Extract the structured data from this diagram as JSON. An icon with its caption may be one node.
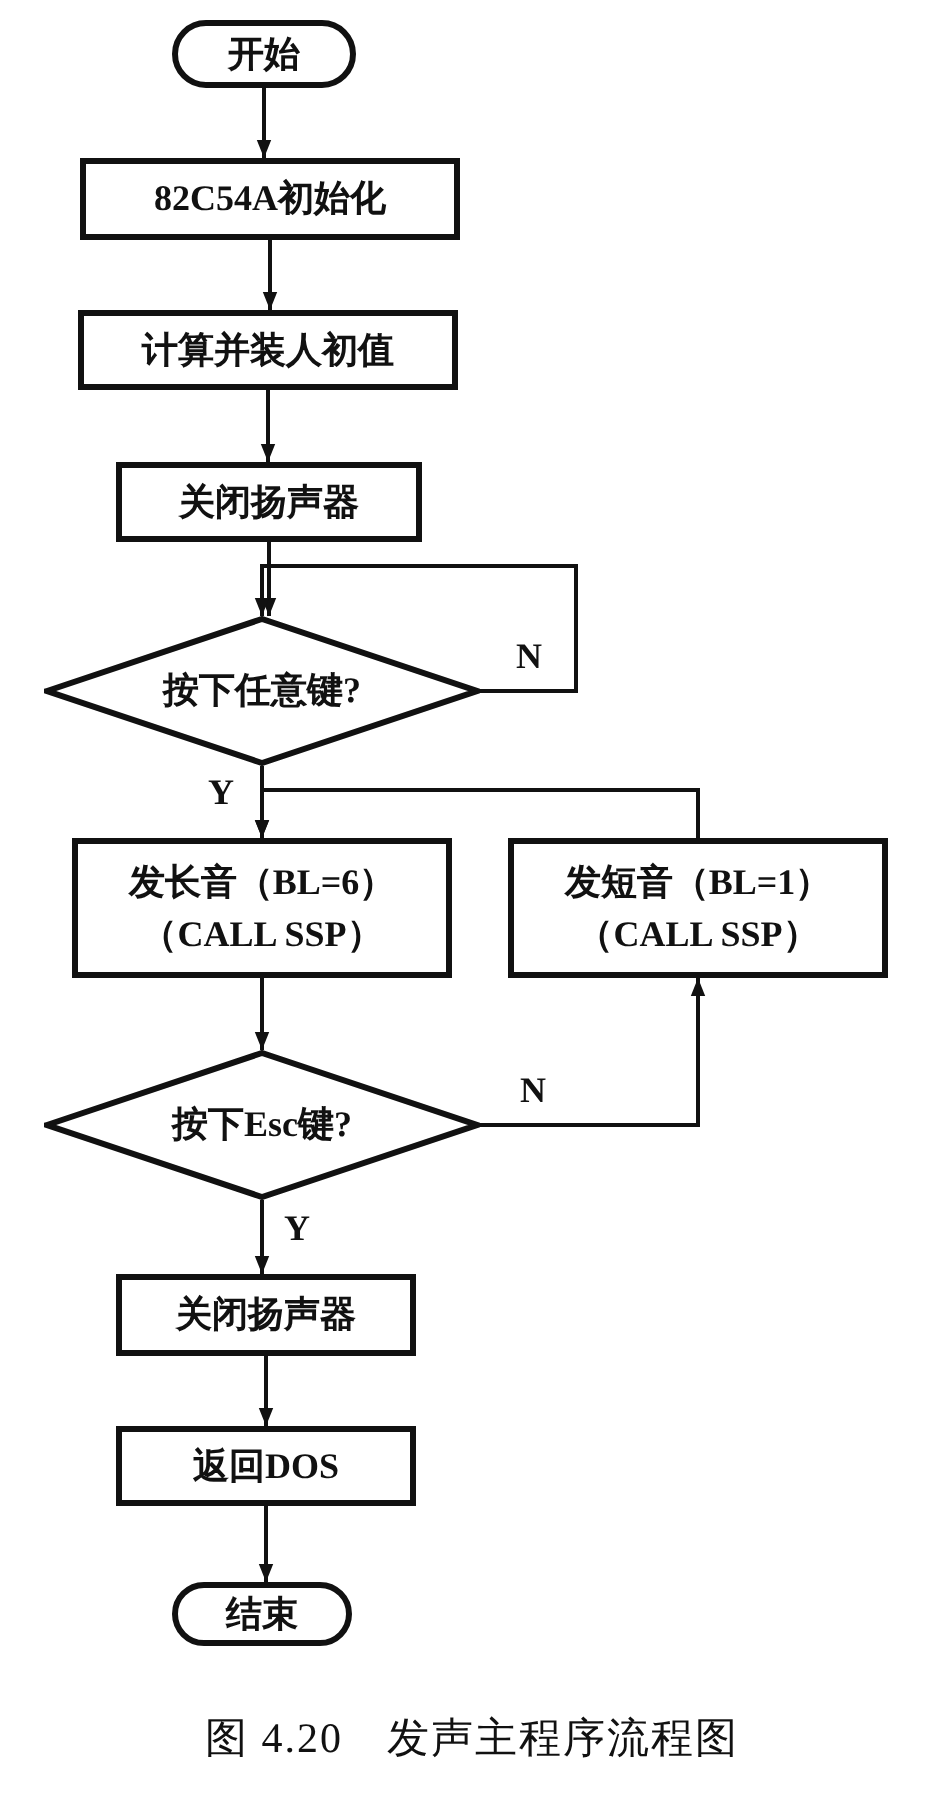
{
  "diagram": {
    "caption": "图 4.20　发声主程序流程图",
    "nodes": [
      {
        "text": [
          "开始"
        ]
      },
      {
        "text": [
          "82C54A初始化"
        ]
      },
      {
        "text": [
          "计算并装人初值"
        ]
      },
      {
        "text": [
          "关闭扬声器"
        ]
      },
      {
        "text": [
          "按下任意键?"
        ]
      },
      {
        "text": [
          "发长音（BL=6）（CALL SSP）"
        ]
      },
      {
        "text": [
          "发短音（BL=1）（CALL SSP）"
        ]
      },
      {
        "text": [
          "按下Esc键?"
        ]
      },
      {
        "text": [
          "关闭扬声器"
        ]
      },
      {
        "text": [
          "返回DOS"
        ]
      },
      {
        "text": [
          "结束"
        ]
      }
    ],
    "edges": [
      {
        "from": 0,
        "to": 1,
        "arrow": "to"
      },
      {
        "from": 1,
        "to": 2,
        "arrow": "to"
      },
      {
        "from": 2,
        "to": 3,
        "arrow": "to"
      },
      {
        "from": 3,
        "to": 4,
        "arrow": "to"
      },
      {
        "from": 4,
        "to": 4,
        "arrow": "to",
        "label": "N"
      },
      {
        "from": 4,
        "to": 5,
        "arrow": "to",
        "label": "Y"
      },
      {
        "from": 6,
        "to": 5,
        "arrow": "to"
      },
      {
        "from": 5,
        "to": 7,
        "arrow": "to"
      },
      {
        "from": 7,
        "to": 6,
        "arrow": "to",
        "label": "N"
      },
      {
        "from": 7,
        "to": 8,
        "arrow": "to",
        "label": "Y"
      },
      {
        "from": 8,
        "to": 9,
        "arrow": "to"
      },
      {
        "from": 9,
        "to": 10,
        "arrow": "to"
      }
    ]
  }
}
